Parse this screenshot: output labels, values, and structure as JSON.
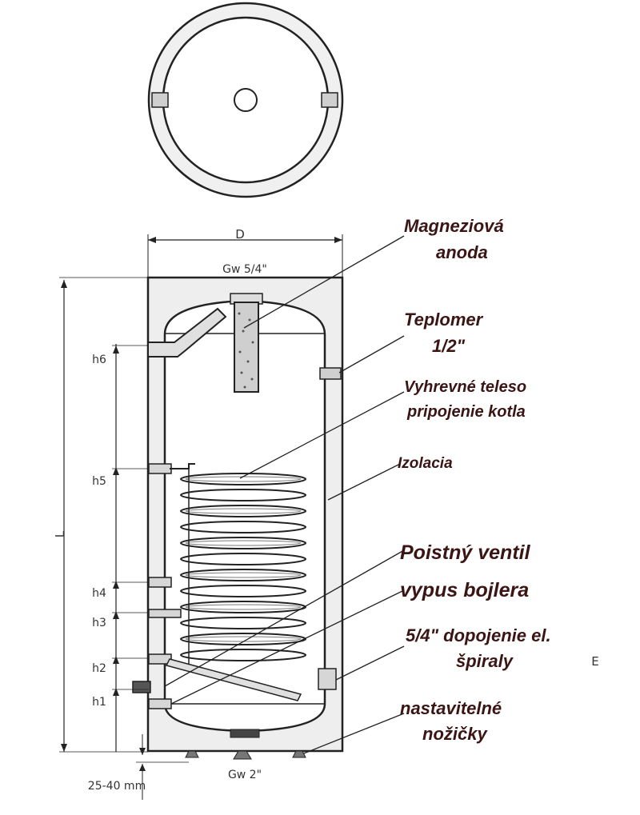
{
  "dimensions": {
    "diameter": "D",
    "top_connection": "Gw 5/4\"",
    "bottom_connection": "Gw 2\"",
    "length": "L",
    "leg_range": "25-40 mm",
    "heights": [
      "h6",
      "h5",
      "h4",
      "h3",
      "h2",
      "h1"
    ],
    "side_letter": "E"
  },
  "labels": {
    "anode_1": "Magneziová",
    "anode_2": "anoda",
    "thermo_1": "Teplomer",
    "thermo_2": "1/2\"",
    "heater_1": "Vyhrevné teleso",
    "heater_2": "pripojenie kotla",
    "insulation": "Izolacia",
    "valve": "Poistný ventil",
    "drain": "vypus bojlera",
    "spiral_1": "5/4\" dopojenie el.",
    "spiral_2": "špiraly",
    "feet_1": "nastavitelné",
    "feet_2": "nožičky"
  }
}
